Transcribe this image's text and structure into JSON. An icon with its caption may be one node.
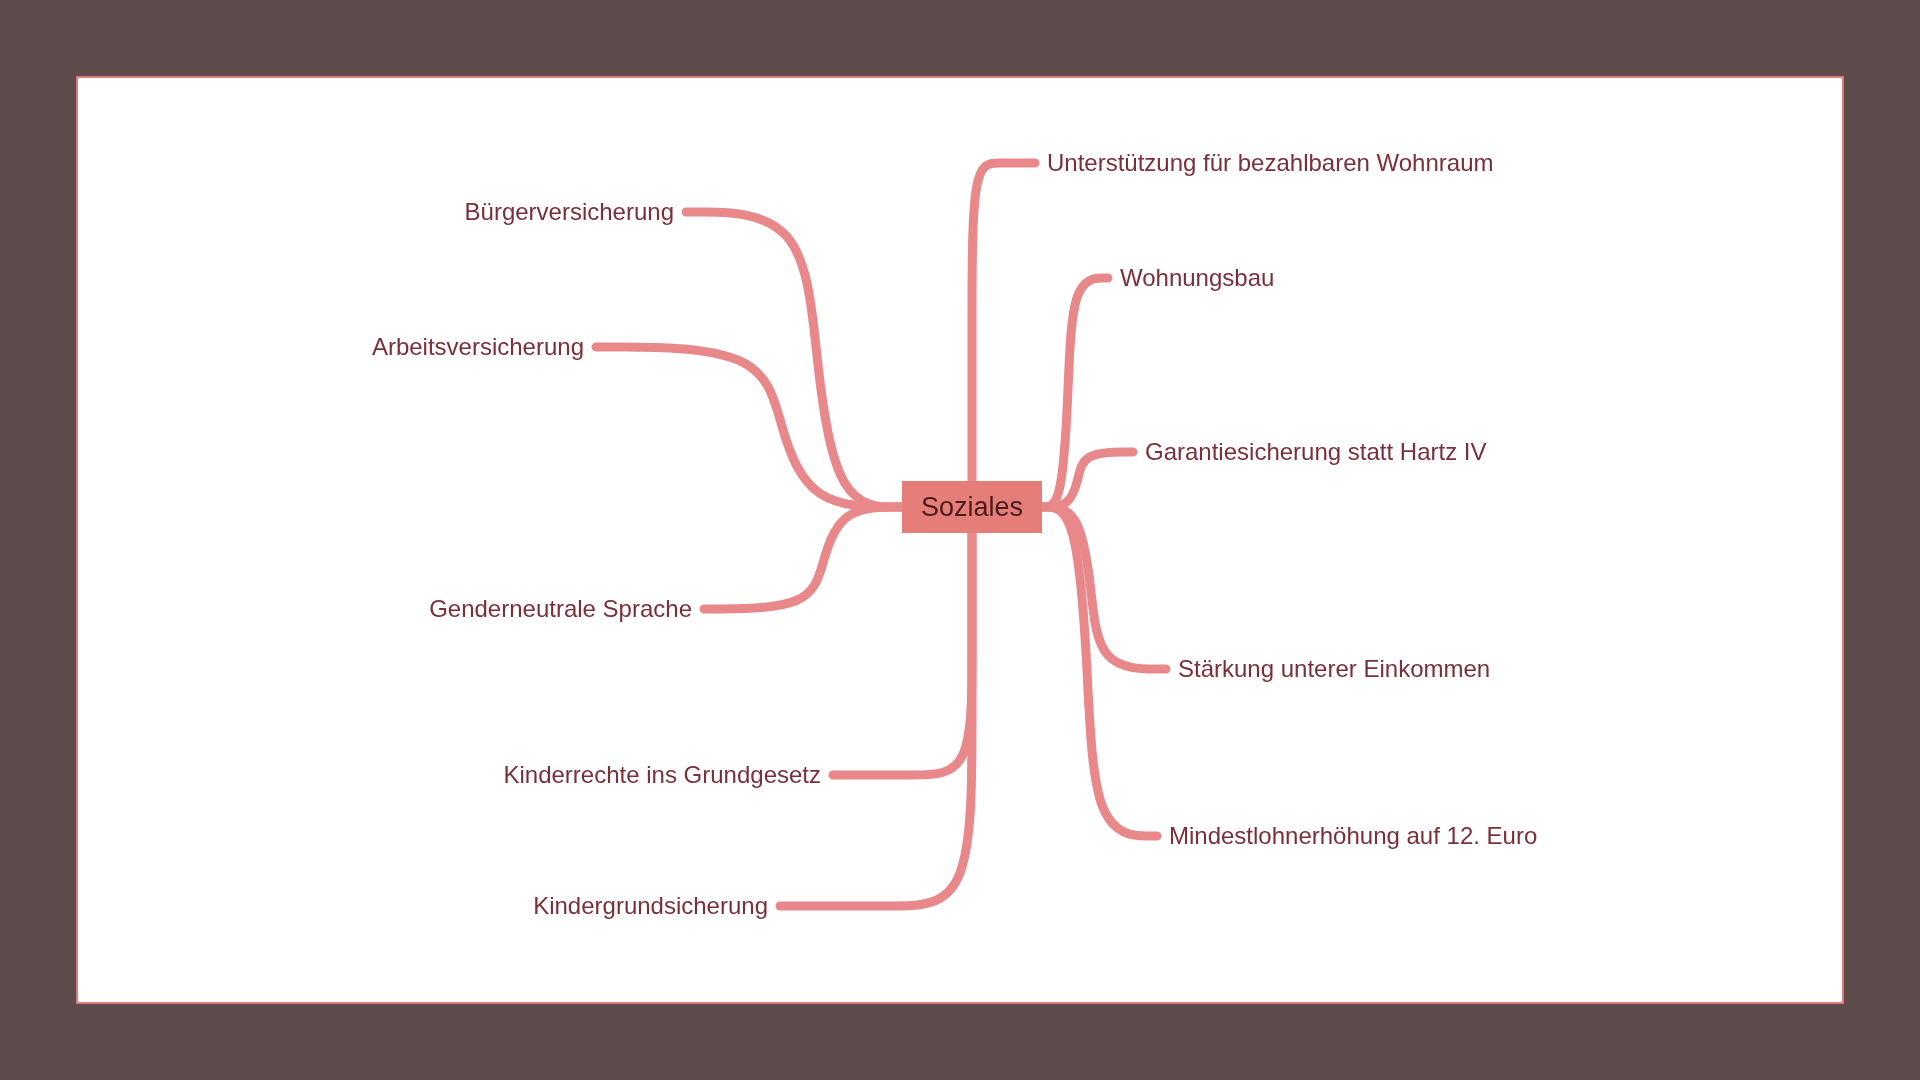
{
  "diagram": {
    "nodes": [
      {
        "text": [
          "Soziales"
        ]
      },
      {
        "text": [
          "Unterstützung für bezahlbaren Wohnraum"
        ]
      },
      {
        "text": [
          "Wohnungsbau"
        ]
      },
      {
        "text": [
          "Garantiesicherung statt Hartz IV"
        ]
      },
      {
        "text": [
          "Stärkung unterer Einkommen"
        ]
      },
      {
        "text": [
          "Mindestlohnerhöhung auf 12. Euro"
        ]
      },
      {
        "text": [
          "Bürgerversicherung"
        ]
      },
      {
        "text": [
          "Arbeitsversicherung"
        ]
      },
      {
        "text": [
          "Genderneutrale Sprache"
        ]
      },
      {
        "text": [
          "Kinderrechte ins Grundgesetz"
        ]
      },
      {
        "text": [
          "Kindergrundsicherung"
        ]
      }
    ],
    "edges": [
      {
        "from": 0,
        "to": 1,
        "arrow": "none"
      },
      {
        "from": 0,
        "to": 2,
        "arrow": "none"
      },
      {
        "from": 0,
        "to": 3,
        "arrow": "none"
      },
      {
        "from": 0,
        "to": 4,
        "arrow": "none"
      },
      {
        "from": 0,
        "to": 5,
        "arrow": "none"
      },
      {
        "from": 0,
        "to": 6,
        "arrow": "none"
      },
      {
        "from": 0,
        "to": 7,
        "arrow": "none"
      },
      {
        "from": 0,
        "to": 8,
        "arrow": "none"
      },
      {
        "from": 0,
        "to": 9,
        "arrow": "none"
      },
      {
        "from": 0,
        "to": 10,
        "arrow": "none"
      }
    ]
  }
}
